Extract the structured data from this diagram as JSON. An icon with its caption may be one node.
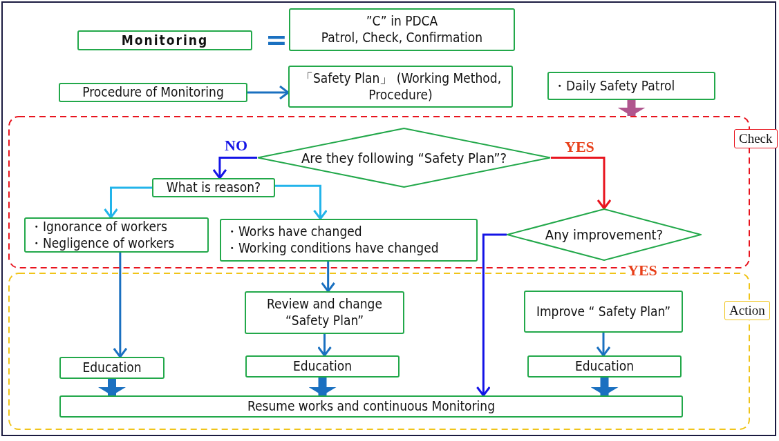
{
  "diagram": {
    "nodes": [
      {
        "text": [
          "Monitoring"
        ]
      },
      {
        "text": [
          "”C” in PDCA",
          "Patrol, Check, Confirmation"
        ]
      },
      {
        "text": [
          "Procedure of Monitoring"
        ]
      },
      {
        "text": [
          "「Safety Plan」 (Working Method, Procedure)"
        ]
      },
      {
        "text": [
          "・Daily Safety Patrol"
        ]
      },
      {
        "text": [
          "Check"
        ]
      },
      {
        "text": [
          "Are they following “Safety Plan”?"
        ],
        "in": 5
      },
      {
        "text": [
          "What is reason?"
        ],
        "in": 5
      },
      {
        "text": [
          "・Ignorance of workers",
          "・Negligence of workers"
        ],
        "in": 5
      },
      {
        "text": [
          "・Works have changed",
          "・Working conditions have changed"
        ],
        "in": 5
      },
      {
        "text": [
          "Any improvement?"
        ],
        "in": 5
      },
      {
        "text": [
          "Action"
        ]
      },
      {
        "text": [
          "Review and change “Safety Plan”"
        ],
        "in": 11
      },
      {
        "text": [
          "Improve “ Safety Plan”"
        ],
        "in": 11
      },
      {
        "text": [
          "Education"
        ],
        "in": 11
      },
      {
        "text": [
          "Education"
        ],
        "in": 11
      },
      {
        "text": [
          "Education"
        ],
        "in": 11
      },
      {
        "text": [
          "Resume works and continuous Monitoring"
        ],
        "in": 11
      }
    ],
    "edges": [
      {
        "from": 2,
        "to": 3,
        "arrow": "to"
      },
      {
        "from": 4,
        "to": 5,
        "arrow": "to",
        "style": "thick",
        "color": "#b0568e"
      },
      {
        "from": 6,
        "to": 7,
        "arrow": "to",
        "label": "NO",
        "color": "#1414e6"
      },
      {
        "from": 6,
        "to": 10,
        "arrow": "to",
        "label": "YES",
        "color": "#e8141e"
      },
      {
        "from": 7,
        "to": 8,
        "arrow": "to",
        "color": "#22b4ea"
      },
      {
        "from": 7,
        "to": 9,
        "arrow": "to",
        "color": "#22b4ea"
      },
      {
        "from": 8,
        "to": 14,
        "arrow": "to"
      },
      {
        "from": 9,
        "to": 12,
        "arrow": "to"
      },
      {
        "from": 12,
        "to": 15,
        "arrow": "to"
      },
      {
        "from": 13,
        "to": 16,
        "arrow": "to"
      },
      {
        "from": 10,
        "to": 17,
        "arrow": "to",
        "color": "#1414e6"
      },
      {
        "from": 14,
        "to": 17,
        "arrow": "to",
        "style": "thick"
      },
      {
        "from": 15,
        "to": 17,
        "arrow": "to",
        "style": "thick"
      },
      {
        "from": 16,
        "to": 17,
        "arrow": "to",
        "style": "thick"
      }
    ],
    "labels": [
      "=",
      "YES"
    ]
  }
}
